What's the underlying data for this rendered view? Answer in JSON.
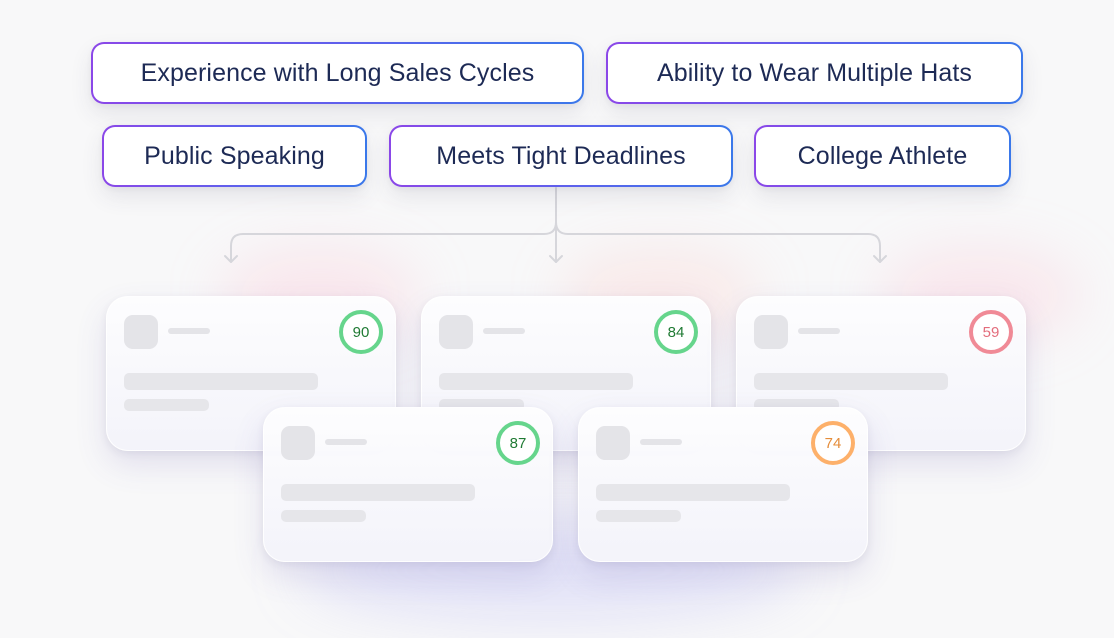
{
  "tags": [
    "Experience with Long Sales Cycles",
    "Ability to Wear Multiple Hats",
    "Public Speaking",
    "Meets Tight Deadlines",
    "College Athlete"
  ],
  "candidates": [
    {
      "score": "90",
      "status": "high"
    },
    {
      "score": "84",
      "status": "high"
    },
    {
      "score": "59",
      "status": "low"
    },
    {
      "score": "87",
      "status": "high"
    },
    {
      "score": "74",
      "status": "medium"
    }
  ],
  "colors": {
    "tag_gradient_start": "#8b47e8",
    "tag_gradient_end": "#3a78ea",
    "tag_text": "#1d2a55",
    "high": "#66d58c",
    "high_text": "#1f7a33",
    "medium": "#fdb06a",
    "medium_text": "#e58d3a",
    "low": "#f08a96",
    "low_text": "#e36d7c",
    "connector": "#d6d6db"
  }
}
